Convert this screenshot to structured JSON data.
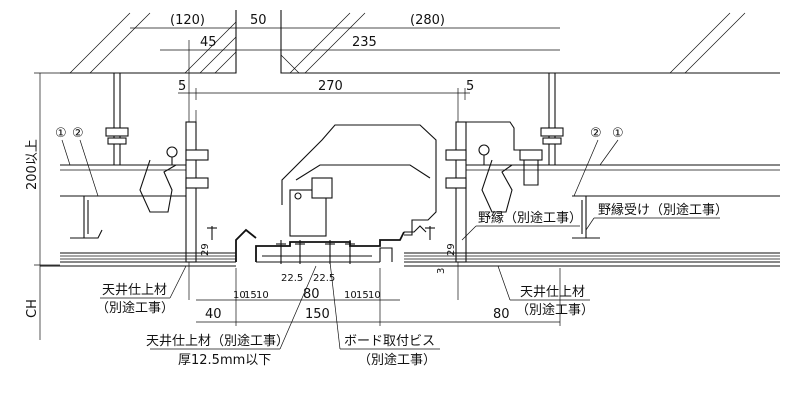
{
  "dimensions": {
    "top_left_ref": "(120)",
    "top_mid": "50",
    "top_right_ref": "(280)",
    "second_left": "45",
    "second_right": "235",
    "opening_gap_left": "5",
    "opening_width": "270",
    "opening_gap_right": "5",
    "vertical_height": "200以上",
    "side_29_left": "29",
    "side_29_right": "29",
    "small_3": "3",
    "inner_22_5_left": "22.5",
    "inner_22_5_right": "22.5",
    "bottom_10_a": "10",
    "bottom_15_a": "15",
    "bottom_10_b": "10",
    "bottom_80_center": "80",
    "bottom_10_c": "10",
    "bottom_15_b": "15",
    "bottom_10_d": "10",
    "bottom_40": "40",
    "bottom_150": "150",
    "bottom_80_right": "80",
    "ch": "CH"
  },
  "markers": {
    "left_1": "①",
    "left_2": "②",
    "right_2": "②",
    "right_1": "①"
  },
  "labels": {
    "noen": "野縁（別途工事）",
    "noen_uke": "野縁受け（別途工事）",
    "ceiling_finish_left_1": "天井仕上材",
    "ceiling_finish_left_2": "（別途工事）",
    "ceiling_finish_right_1": "天井仕上材",
    "ceiling_finish_right_2": "（別途工事）",
    "ceiling_finish_bottom_1": "天井仕上材（別途工事）",
    "ceiling_finish_bottom_2": "厚12.5mm以下",
    "board_screw_1": "ボード取付ビス",
    "board_screw_2": "（別途工事）"
  }
}
